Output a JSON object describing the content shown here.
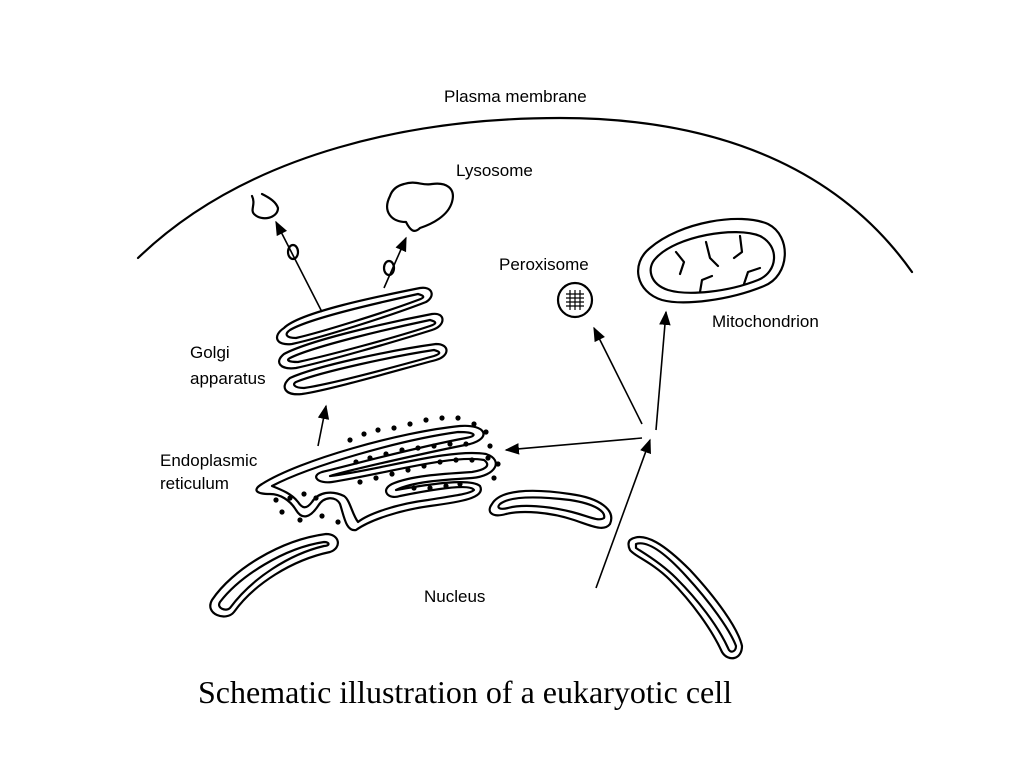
{
  "labels": {
    "plasma_membrane": "Plasma membrane",
    "lysosome": "Lysosome",
    "peroxisome": "Peroxisome",
    "mitochondrion": "Mitochondrion",
    "golgi_line1": "Golgi",
    "golgi_line2": "apparatus",
    "er_line1": "Endoplasmic",
    "er_line2": "reticulum",
    "nucleus": "Nucleus"
  },
  "caption": "Schematic illustration of a eukaryotic cell",
  "colors": {
    "background": "#ffffff",
    "ink": "#000000"
  }
}
